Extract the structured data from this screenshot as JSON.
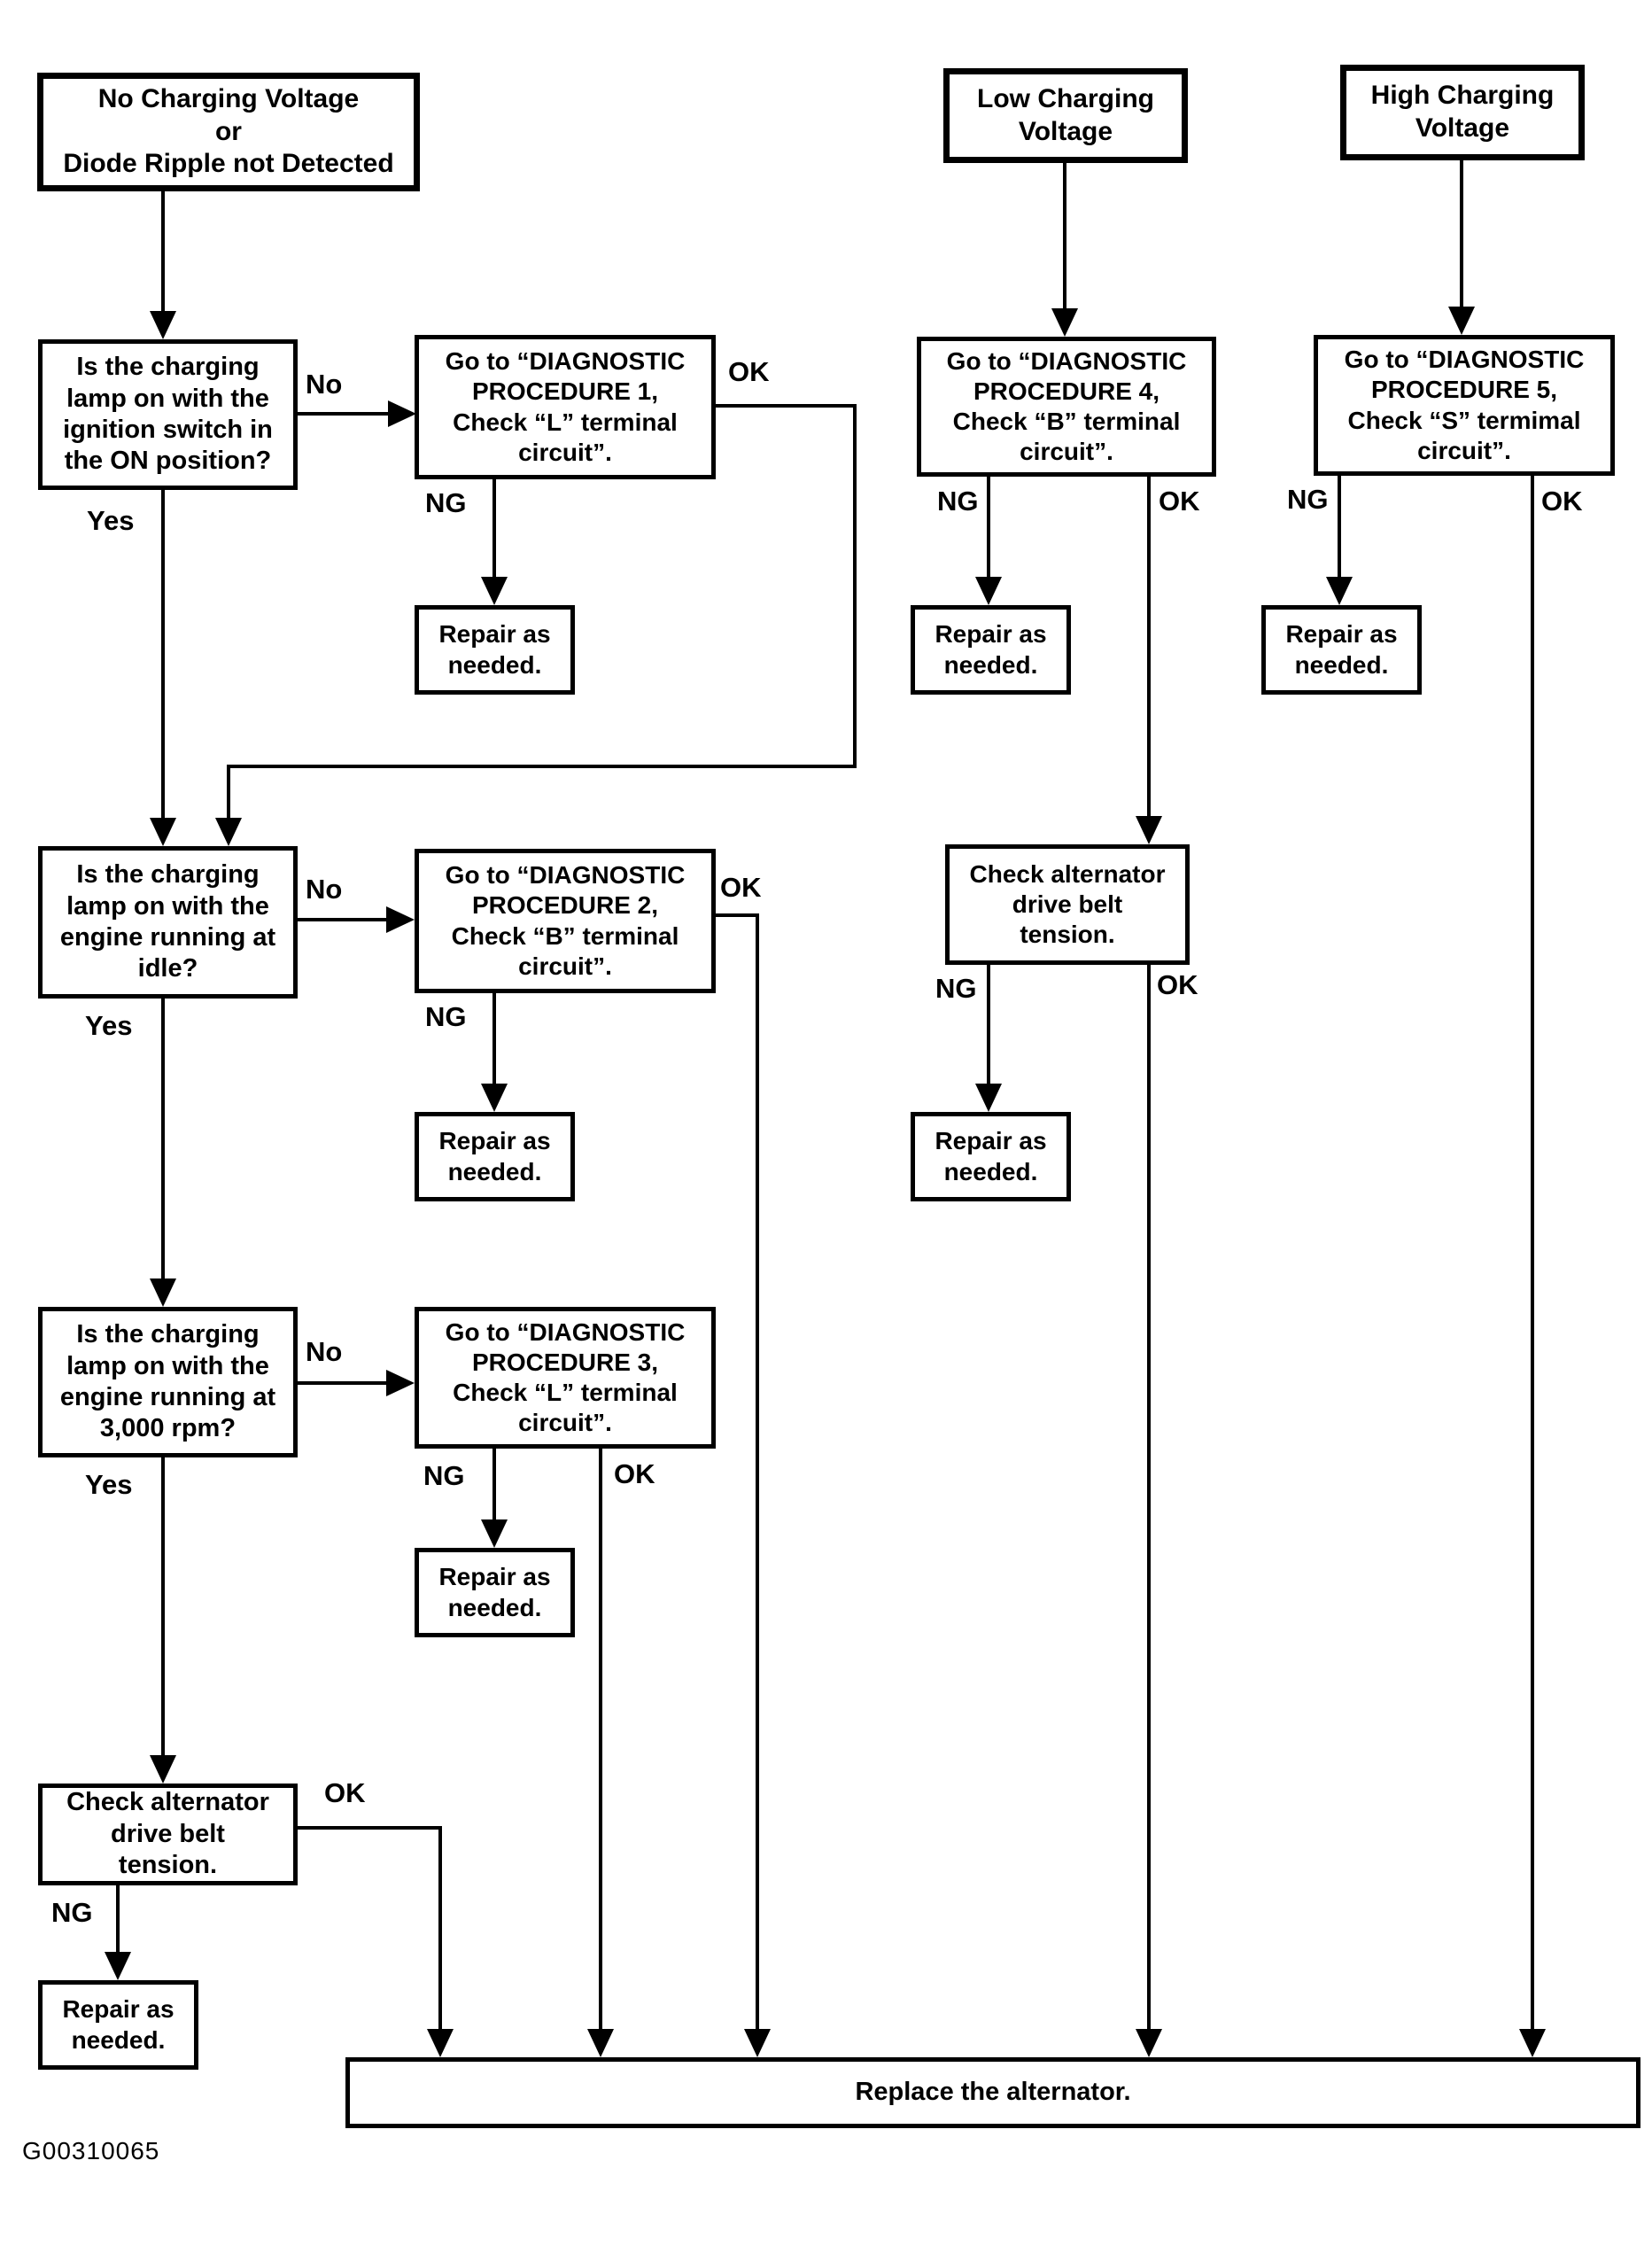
{
  "figure": {
    "code": "G00310065"
  },
  "nodes": {
    "start_no_charging": {
      "text": "No Charging Voltage\nor\nDiode Ripple not Detected"
    },
    "start_low": {
      "text": "Low Charging\nVoltage"
    },
    "start_high": {
      "text": "High Charging\nVoltage"
    },
    "q1": {
      "text": "Is the charging\nlamp on with the\nignition switch in\nthe ON position?"
    },
    "q2": {
      "text": "Is the charging\nlamp on with the\nengine running at\nidle?"
    },
    "q3": {
      "text": "Is the charging\nlamp on with the\nengine running at\n3,000 rpm?"
    },
    "proc1": {
      "text": "Go to “DIAGNOSTIC\nPROCEDURE 1,\nCheck “L” terminal\ncircuit”."
    },
    "proc2": {
      "text": "Go to “DIAGNOSTIC\nPROCEDURE 2,\nCheck “B” terminal\ncircuit”."
    },
    "proc3": {
      "text": "Go to “DIAGNOSTIC\nPROCEDURE 3,\nCheck “L” terminal\ncircuit”."
    },
    "proc4": {
      "text": "Go to “DIAGNOSTIC\nPROCEDURE 4,\nCheck “B” terminal\ncircuit”."
    },
    "proc5": {
      "text": "Go to “DIAGNOSTIC\nPROCEDURE 5,\nCheck “S” termimal\ncircuit”."
    },
    "repair": {
      "text": "Repair as\nneeded."
    },
    "check_belt": {
      "text": "Check alternator\ndrive belt\ntension."
    },
    "replace": {
      "text": "Replace the alternator."
    }
  },
  "edge_labels": {
    "q1_no": "No",
    "q1_yes": "Yes",
    "p1_ng": "NG",
    "p1_ok": "OK",
    "q2_no": "No",
    "q2_yes": "Yes",
    "p2_ng": "NG",
    "p2_ok": "OK",
    "q3_no": "No",
    "q3_yes": "Yes",
    "p3_ng": "NG",
    "p3_ok": "OK",
    "p4_ng": "NG",
    "p4_ok": "OK",
    "belt_low_ng": "NG",
    "belt_low_ok": "OK",
    "p5_ng": "NG",
    "p5_ok": "OK",
    "belt_left_ng": "NG",
    "belt_left_ok": "OK"
  }
}
